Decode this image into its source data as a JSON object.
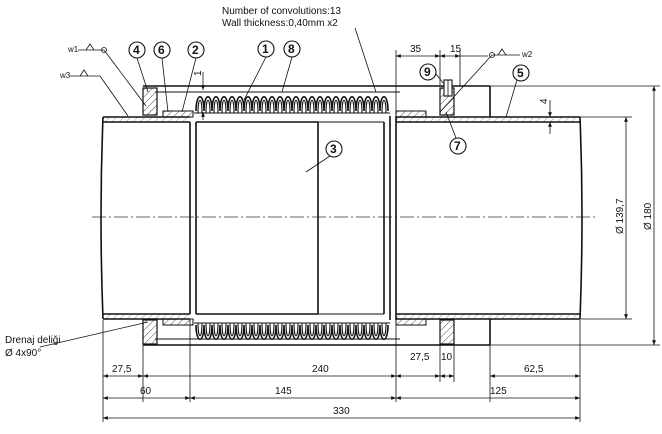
{
  "notes": {
    "convolutions": "Number of convolutions:13",
    "wall": "Wall thickness:0,40mm x2",
    "drain_line1": "Drenaj deliği",
    "drain_line2": "Ø 4x90°"
  },
  "balloons": [
    "1",
    "2",
    "3",
    "4",
    "5",
    "6",
    "7",
    "8",
    "9"
  ],
  "weld_symbols": [
    "w1",
    "w2",
    "w3"
  ],
  "dimensions": {
    "top_35": "35",
    "top_15": "15",
    "top_1": "1",
    "right_4": "4",
    "dia_1397": "Ø 139,7",
    "dia_180": "Ø 180",
    "b1_275": "27,5",
    "b1_240": "240",
    "b1_275b": "27,5",
    "b1_10": "10",
    "b1_625": "62,5",
    "b2_60": "60",
    "b2_145": "145",
    "b2_125": "125",
    "b3_330": "330"
  },
  "colors": {
    "line": "#111111",
    "background": "#ffffff"
  }
}
